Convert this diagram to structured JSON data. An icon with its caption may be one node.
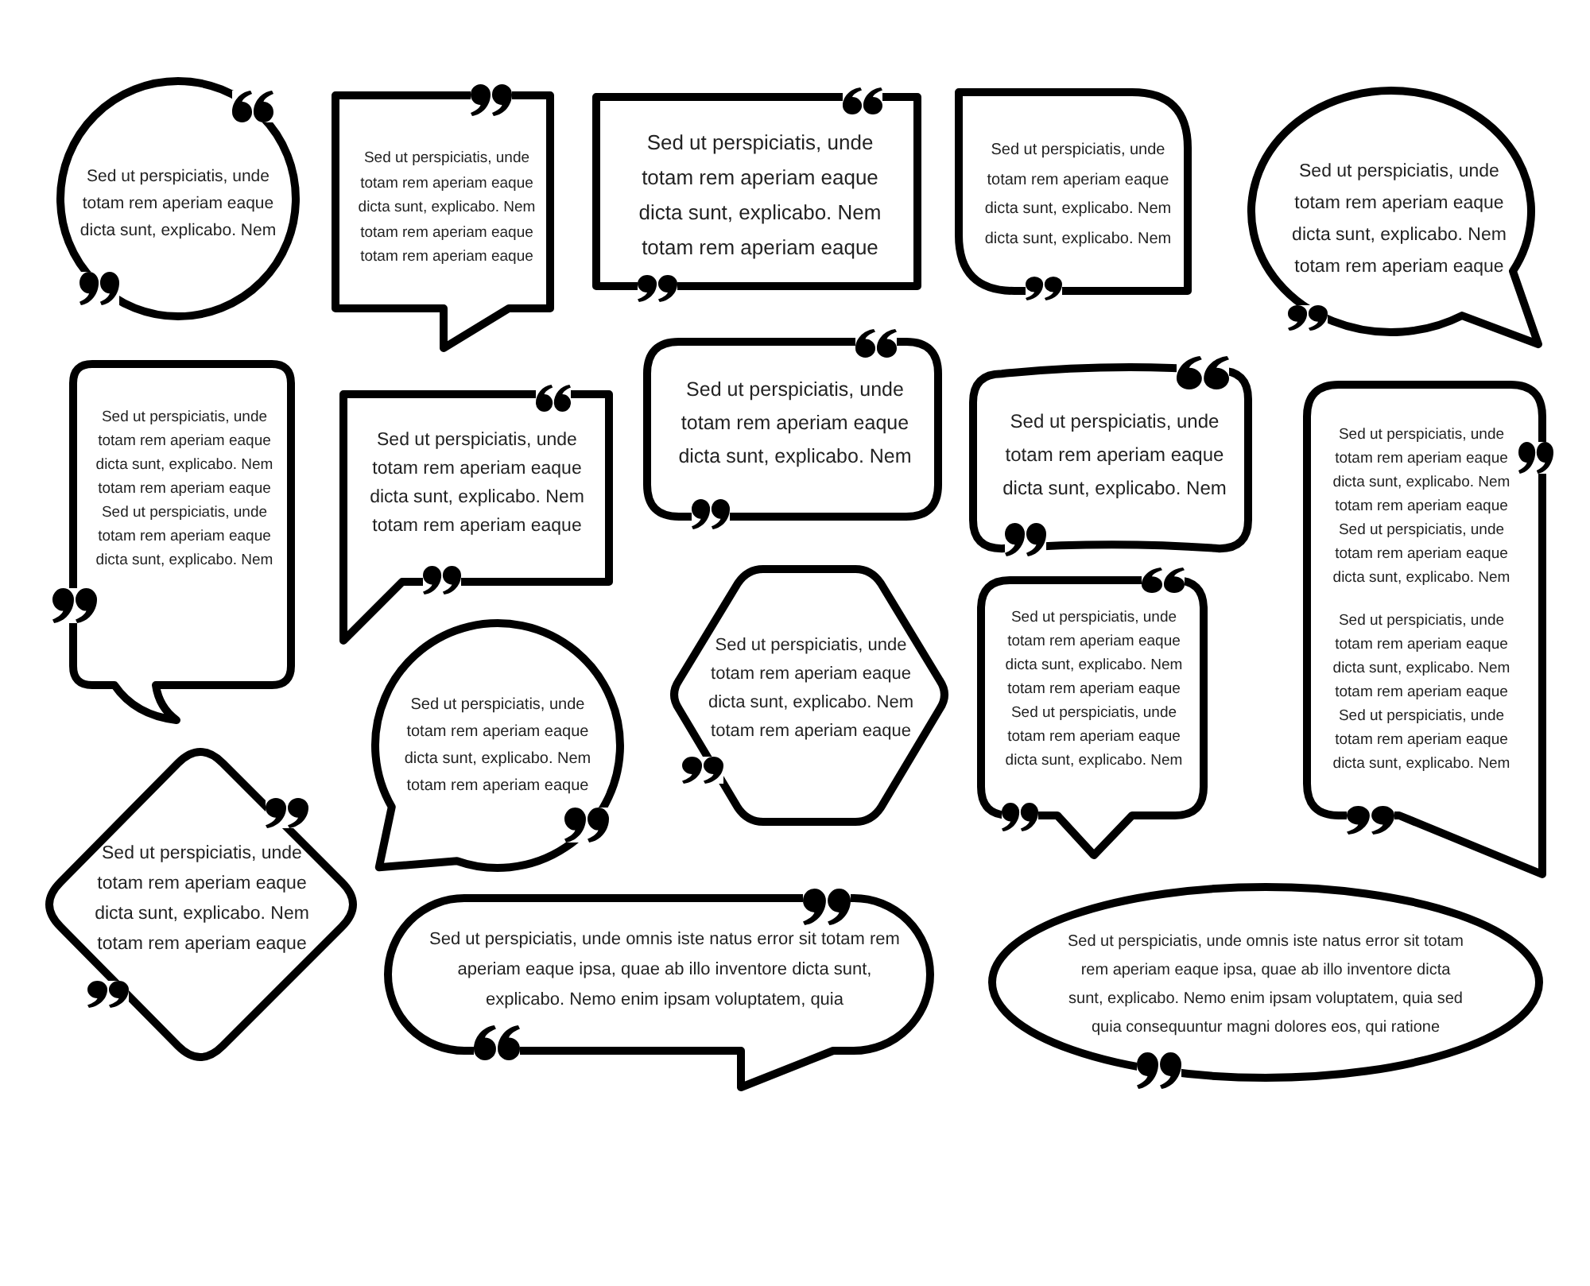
{
  "diagram": {
    "nodes": [
      {
        "text": [
          "Sed ut perspiciatis, unde totam rem aperiam eaque dicta sunt, explicabo. Nem"
        ]
      },
      {
        "text": [
          "Sed ut perspiciatis, unde totam rem aperiam eaque dicta sunt, explicabo. Nem totam rem aperiam eaque totam rem aperiam eaque"
        ]
      },
      {
        "text": [
          "Sed ut perspiciatis, unde totam rem aperiam eaque dicta sunt, explicabo. Nem totam rem aperiam eaque"
        ]
      },
      {
        "text": [
          "Sed ut perspiciatis, unde totam rem aperiam eaque dicta sunt, explicabo. Nem dicta sunt, explicabo. Nem"
        ]
      },
      {
        "text": [
          "Sed ut perspiciatis, unde totam rem aperiam eaque dicta sunt, explicabo. Nem totam rem aperiam eaque"
        ]
      },
      {
        "text": [
          "Sed ut perspiciatis, unde totam rem aperiam eaque dicta sunt, explicabo. Nem totam rem aperiam eaque Sed ut perspiciatis, unde totam rem aperiam eaque dicta sunt, explicabo. Nem"
        ]
      },
      {
        "text": [
          "Sed ut perspiciatis, unde totam rem aperiam eaque dicta sunt, explicabo. Nem totam rem aperiam eaque"
        ]
      },
      {
        "text": [
          "Sed ut perspiciatis, unde totam rem aperiam eaque dicta sunt, explicabo. Nem"
        ]
      },
      {
        "text": [
          "Sed ut perspiciatis, unde totam rem aperiam eaque dicta sunt, explicabo. Nem"
        ]
      },
      {
        "text": [
          "Sed ut perspiciatis, unde totam rem aperiam eaque dicta sunt, explicabo. Nem totam rem aperiam eaque Sed ut perspiciatis, unde totam rem aperiam eaque dicta sunt, explicabo. Nem",
          "Sed ut perspiciatis, unde totam rem aperiam eaque dicta sunt, explicabo. Nem totam rem aperiam eaque Sed ut perspiciatis, unde totam rem aperiam eaque dicta sunt, explicabo. Nem"
        ]
      },
      {
        "text": [
          "Sed ut perspiciatis, unde totam rem aperiam eaque dicta sunt, explicabo. Nem totam rem aperiam eaque"
        ]
      },
      {
        "text": [
          "Sed ut perspiciatis, unde totam rem aperiam eaque dicta sunt, explicabo. Nem totam rem aperiam eaque Sed ut perspiciatis, unde totam rem aperiam eaque dicta sunt, explicabo. Nem"
        ]
      },
      {
        "text": [
          "Sed ut perspiciatis, unde totam rem aperiam eaque dicta sunt, explicabo. Nem totam rem aperiam eaque"
        ]
      },
      {
        "text": [
          "Sed ut perspiciatis, unde totam rem aperiam eaque dicta sunt, explicabo. Nem totam rem aperiam eaque"
        ]
      },
      {
        "text": [
          "Sed ut perspiciatis, unde omnis iste natus error sit totam rem aperiam eaque ipsa, quae ab illo inventore dicta sunt, explicabo. Nemo enim ipsam voluptatem, quia"
        ]
      },
      {
        "text": [
          "Sed ut perspiciatis, unde omnis iste natus error sit totam rem aperiam eaque ipsa, quae ab illo inventore dicta sunt, explicabo. Nemo enim ipsam voluptatem, quia sed quia consequuntur magni dolores eos, qui ratione"
        ]
      }
    ],
    "edges": []
  }
}
